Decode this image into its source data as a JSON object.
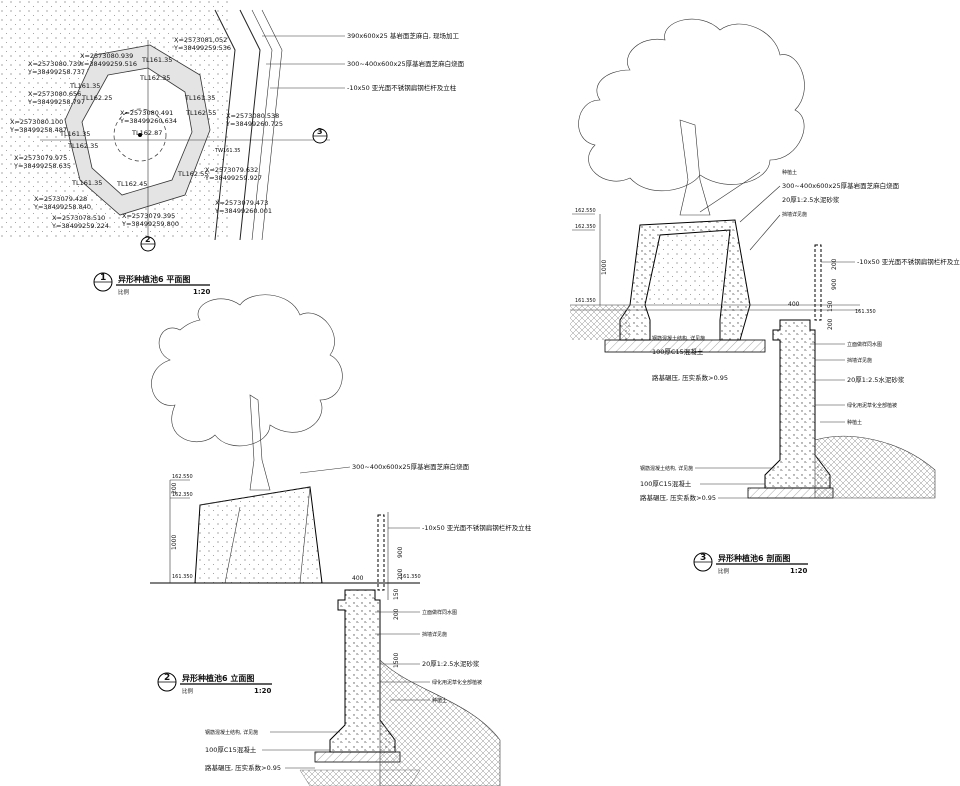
{
  "plan": {
    "title": "异形种植池6 平面图",
    "scale_label": "比例",
    "scale": "1:20",
    "number": "1",
    "section_marks": [
      "2",
      "3"
    ],
    "callouts": [
      "390x600x25 基岩面芝麻白, 现场加工",
      "300~400x600x25厚基岩面芝麻白烧面",
      "-10x50 亚光面不锈钢扁钢栏杆及立柱"
    ],
    "coords": [
      [
        "X=2573081.052",
        "Y=38499259.536"
      ],
      [
        "X=2573080.739",
        "Y=38499258.737"
      ],
      [
        "X=2573080.939",
        "Y=38499259.516"
      ],
      [
        "X=2573080.656",
        "Y=38499258.797"
      ],
      [
        "X=2573080.100",
        "Y=38499258.487"
      ],
      [
        "X=2573080.491",
        "Y=38499260.634"
      ],
      [
        "X=2573080.538",
        "Y=38499260.725"
      ],
      [
        "X=2573079.975",
        "Y=38499258.635"
      ],
      [
        "X=2573079.632",
        "Y=38499259.927"
      ],
      [
        "X=2573079.428",
        "Y=38499258.840"
      ],
      [
        "X=2573079.473",
        "Y=38499260.001"
      ],
      [
        "X=2573078.510",
        "Y=38499259.224"
      ],
      [
        "X=2573079.395",
        "Y=38499259.800"
      ]
    ],
    "levels": [
      "TL161.35",
      "TL162.25",
      "TL162.35",
      "TL162.87",
      "TL162.45",
      "TL162.55",
      "TL161.35",
      "TL162.55",
      "TL161.35",
      "TL161.35",
      "TL161.35",
      "TL162.35",
      "TW161.35"
    ]
  },
  "elevation": {
    "title": "异形种植池6 立面图",
    "scale_label": "比例",
    "scale": "1:20",
    "number": "2",
    "levels": [
      "162.550",
      "162.350",
      "161.350",
      "161.350"
    ],
    "dims": [
      "200",
      "1000",
      "400",
      "1500",
      "150",
      "200",
      "900",
      "200"
    ],
    "callouts": [
      "300~400x600x25厚基岩面芝麻白烧面",
      "-10x50 亚光面不锈钢扁钢栏杆及立柱",
      "立面做样同水图",
      "挡墙详见施",
      "20厚1:2.5水泥砂浆",
      "绿化用泥草化全部植被",
      "种植土",
      "钢筋混凝土结构, 详见施",
      "100厚C15混凝土",
      "路基碾压, 压实系数>0.95"
    ]
  },
  "section": {
    "title": "异形种植池6 剖面图",
    "scale_label": "比例",
    "scale": "1:20",
    "number": "3",
    "levels": [
      "162.550",
      "162.350",
      "161.350",
      "161.350"
    ],
    "dims": [
      "1000",
      "400",
      "200",
      "150",
      "900",
      "200"
    ],
    "callouts": [
      "种植土",
      "300~400x600x25厚基岩面芝麻白烧面",
      "20厚1:2.5水泥砂浆",
      "挡墙详见施",
      "-10x50 亚光面不锈钢扁钢栏杆及立柱",
      "钢筋混凝土结构, 详见施",
      "100厚C15混凝土",
      "路基碾压, 压实系数>0.95",
      "立面做样同水图",
      "挡墙详见施",
      "20厚1:2.5水泥砂浆",
      "绿化用泥草化全部植被",
      "种植土",
      "钢筋混凝土结构, 详见施",
      "100厚C15混凝土",
      "路基碾压, 压实系数>0.95"
    ]
  }
}
